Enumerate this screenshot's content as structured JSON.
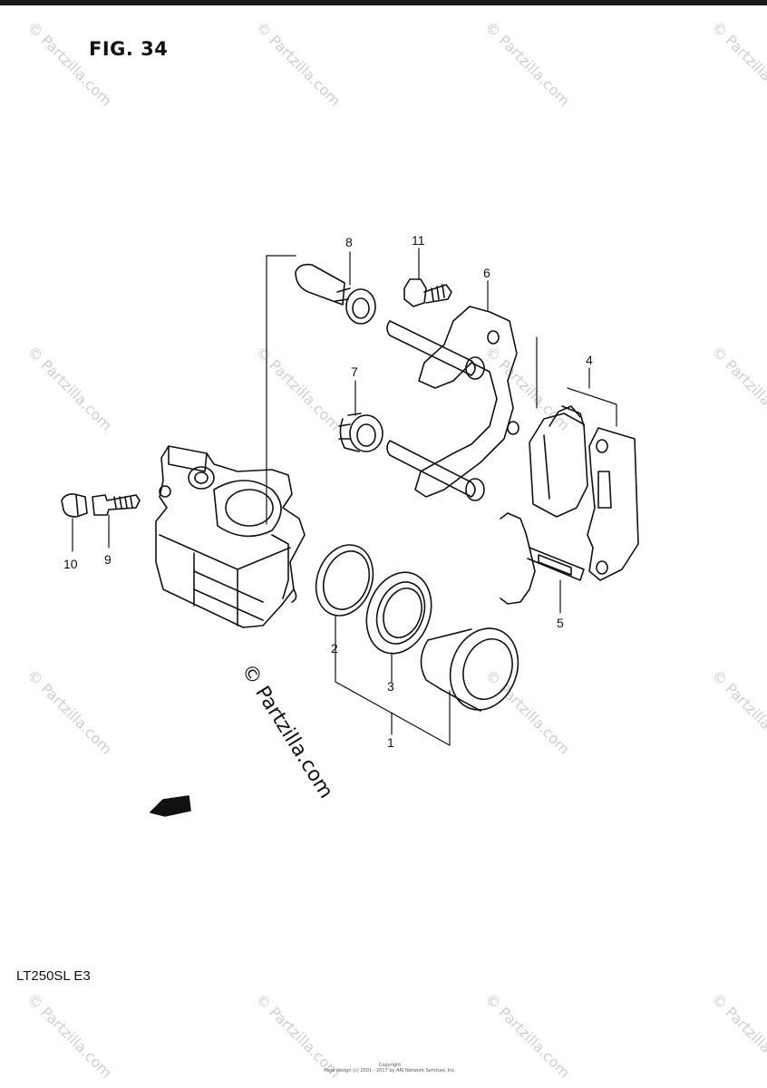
{
  "figure": {
    "title": "FIG. 34",
    "model_code": "LT250SL  E3"
  },
  "watermark": {
    "text": "© Partzilla.com",
    "center_text": "© Partzilla.com"
  },
  "direction_marker": "FWD",
  "footer": {
    "line1": "Copyright",
    "line2": "Page design (c) 2001 - 2017 by ARI Network Services, Inc."
  },
  "callouts": {
    "c1": "1",
    "c2": "2",
    "c3": "3",
    "c4": "4",
    "c5": "5",
    "c6": "6",
    "c7": "7",
    "c8": "8",
    "c9": "9",
    "c10": "10",
    "c11": "11"
  }
}
